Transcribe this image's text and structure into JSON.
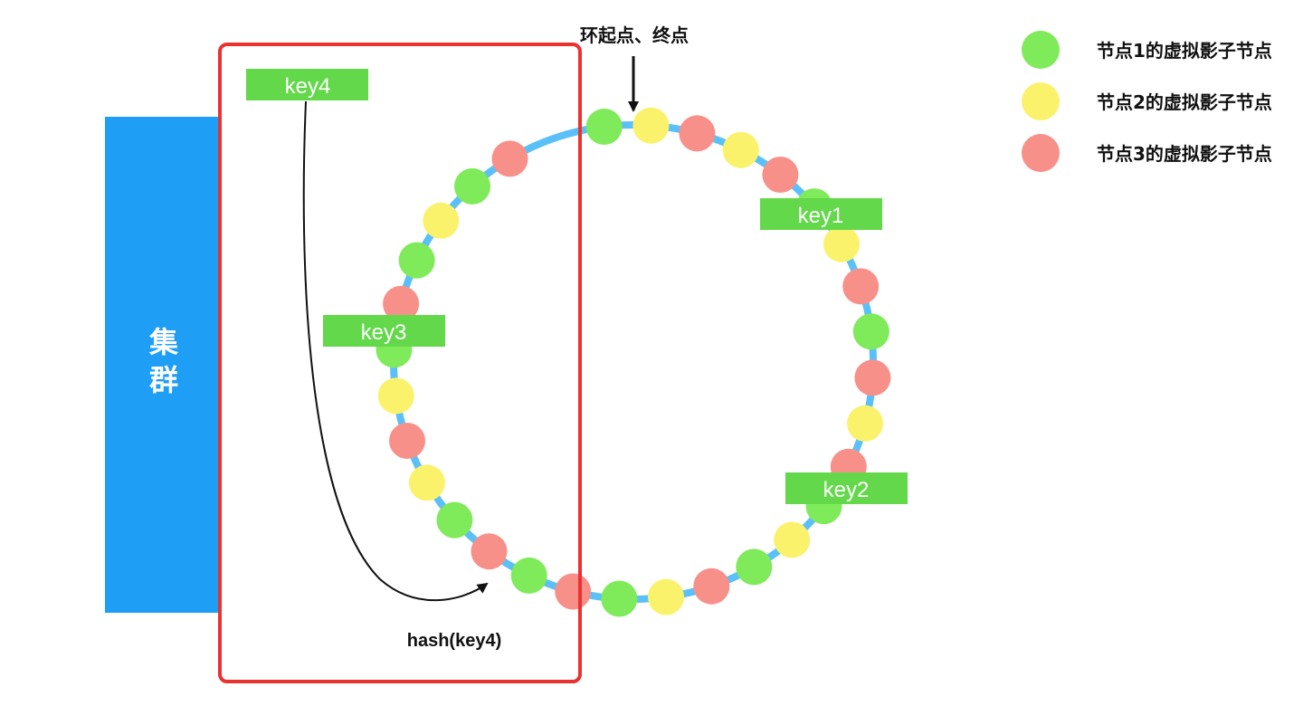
{
  "cluster": {
    "label": "集群",
    "color": "#1E9EF4"
  },
  "ring": {
    "start_label": "环起点、终点",
    "color": "#5BC0F8",
    "node_colors": [
      "#7FEA5A",
      "#FBF26C",
      "#F8908A"
    ],
    "nodes": [
      0,
      1,
      2,
      1,
      2,
      0,
      1,
      2,
      0,
      2,
      1,
      2,
      0,
      1,
      0,
      2,
      1,
      0,
      2,
      0,
      2,
      0,
      1,
      2,
      1,
      0,
      2,
      0,
      1,
      0,
      2
    ]
  },
  "keys": [
    "key1",
    "key2",
    "key3",
    "key4"
  ],
  "key_color": "#62D84A",
  "hash_label": "hash(key4)",
  "highlight_color": "#EC3230",
  "legend": [
    {
      "label": "节点1的虚拟影子节点",
      "color": "#7FEA5A"
    },
    {
      "label": "节点2的虚拟影子节点",
      "color": "#FBF26C"
    },
    {
      "label": "节点3的虚拟影子节点",
      "color": "#F8908A"
    }
  ]
}
